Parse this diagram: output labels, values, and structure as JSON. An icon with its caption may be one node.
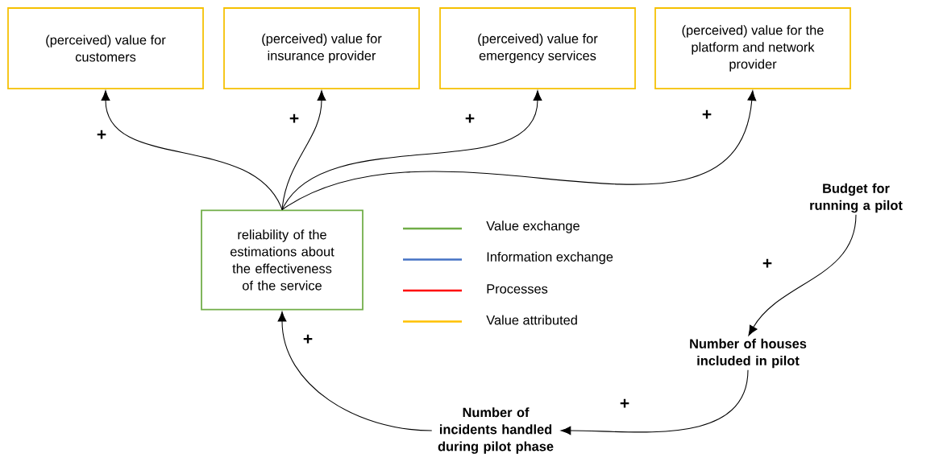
{
  "diagram": {
    "nodes": [
      {
        "text": [
          "(perceived) value for customers"
        ]
      },
      {
        "text": [
          "(perceived) value for insurance provider"
        ]
      },
      {
        "text": [
          "(perceived) value for emergency services"
        ]
      },
      {
        "text": [
          "(perceived) value for the platform and network provider"
        ]
      },
      {
        "text": [
          "reliability of the estimations about the effectiveness of the service"
        ]
      },
      {
        "text": [
          "Budget for running a pilot"
        ]
      },
      {
        "text": [
          "Number of houses included in pilot"
        ]
      },
      {
        "text": [
          "Number of incidents handled during pilot phase"
        ]
      }
    ],
    "edges": [
      {
        "from": 4,
        "to": 0,
        "arrow": "to",
        "label": "+"
      },
      {
        "from": 4,
        "to": 1,
        "arrow": "to",
        "label": "+"
      },
      {
        "from": 4,
        "to": 2,
        "arrow": "to",
        "label": "+"
      },
      {
        "from": 4,
        "to": 3,
        "arrow": "to",
        "label": "+"
      },
      {
        "from": 5,
        "to": 6,
        "arrow": "to",
        "label": "+"
      },
      {
        "from": 6,
        "to": 7,
        "arrow": "to",
        "label": "+"
      },
      {
        "from": 7,
        "to": 4,
        "arrow": "to",
        "label": "+"
      }
    ],
    "legend": [
      {
        "text": "Value exchange",
        "color": "#70ad47"
      },
      {
        "text": "Information exchange",
        "color": "#4472c4"
      },
      {
        "text": "Processes",
        "color": "#ff0000"
      },
      {
        "text": "Value attributed",
        "color": "#ffc000"
      }
    ]
  }
}
